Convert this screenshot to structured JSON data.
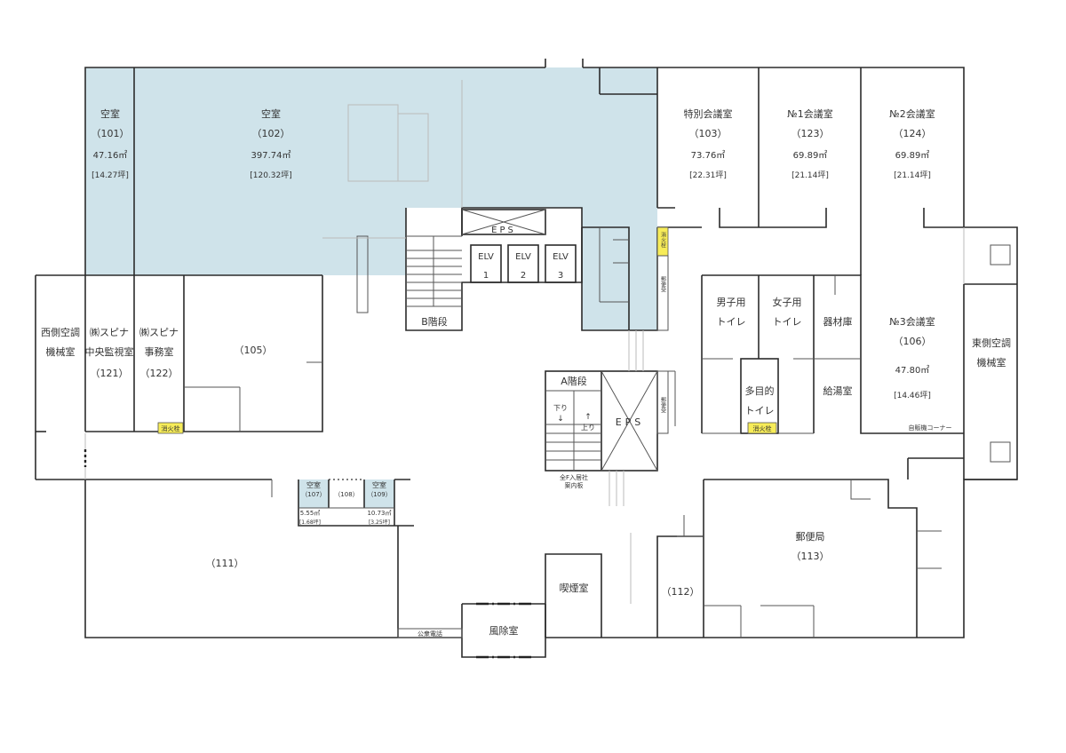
{
  "colors": {
    "vacant": "#cfe3ea",
    "wall": "#2b2b2b",
    "hydrant": "#f7ec58"
  },
  "rooms": {
    "r101": {
      "status": "空室",
      "no": "（101）",
      "area": "47.16㎡",
      "tsubo": "[14.27坪]"
    },
    "r102": {
      "status": "空室",
      "no": "（102）",
      "area": "397.74㎡",
      "tsubo": "[120.32坪]"
    },
    "r103": {
      "name": "特別会議室",
      "no": "（103）",
      "area": "73.76㎡",
      "tsubo": "[22.31坪]"
    },
    "r123": {
      "name": "№1会議室",
      "no": "（123）",
      "area": "69.89㎡",
      "tsubo": "[21.14坪]"
    },
    "r124": {
      "name": "№2会議室",
      "no": "（124）",
      "area": "69.89㎡",
      "tsubo": "[21.14坪]"
    },
    "r106": {
      "name": "№3会議室",
      "no": "（106）",
      "area": "47.80㎡",
      "tsubo": "[14.46坪]"
    },
    "west_hvac": {
      "l1": "西側空調",
      "l2": "機械室"
    },
    "r121": {
      "l1": "㈱スピナ",
      "l2": "中央監視室",
      "no": "（121）"
    },
    "r122": {
      "l1": "㈱スピナ",
      "l2": "事務室",
      "no": "（122）"
    },
    "r105": {
      "no": "（105）"
    },
    "east_hvac": {
      "l1": "東側空調",
      "l2": "機械室"
    },
    "mens_wc": {
      "l1": "男子用",
      "l2": "トイレ"
    },
    "womens_wc": {
      "l1": "女子用",
      "l2": "トイレ"
    },
    "storage": {
      "name": "器材庫"
    },
    "kitchenette": {
      "name": "給湯室"
    },
    "multi_wc": {
      "l1": "多目的",
      "l2": "トイレ"
    },
    "r107": {
      "status": "空室",
      "no": "（107）",
      "area": "5.55㎡",
      "tsubo": "[1.68坪]"
    },
    "r108": {
      "no": "（108）"
    },
    "r109": {
      "status": "空室",
      "no": "（109）",
      "area": "10.73㎡",
      "tsubo": "[3.25坪]"
    },
    "r111": {
      "no": "（111）"
    },
    "r112": {
      "no": "（112）"
    },
    "post_office": {
      "name": "郵便局",
      "no": "（113）"
    },
    "smoking": {
      "name": "喫煙室"
    },
    "windbreak": {
      "name": "風除室"
    }
  },
  "labels": {
    "eps": "EPS",
    "eps_a": "EPS",
    "elv1": {
      "a": "ELV",
      "b": "1"
    },
    "elv2": {
      "a": "ELV",
      "b": "2"
    },
    "elv3": {
      "a": "ELV",
      "b": "3"
    },
    "stair_b": "B階段",
    "stair_a": "A階段",
    "stair_down": "下り",
    "stair_up": "上り",
    "arrow_down": "↓",
    "arrow_up": "↑",
    "hydrant": "消火栓",
    "mailbox": "郵便受",
    "directory_1": "全F入居社",
    "directory_2": "案内板",
    "vending": "自販機コーナー",
    "payphone": "公衆電話"
  }
}
